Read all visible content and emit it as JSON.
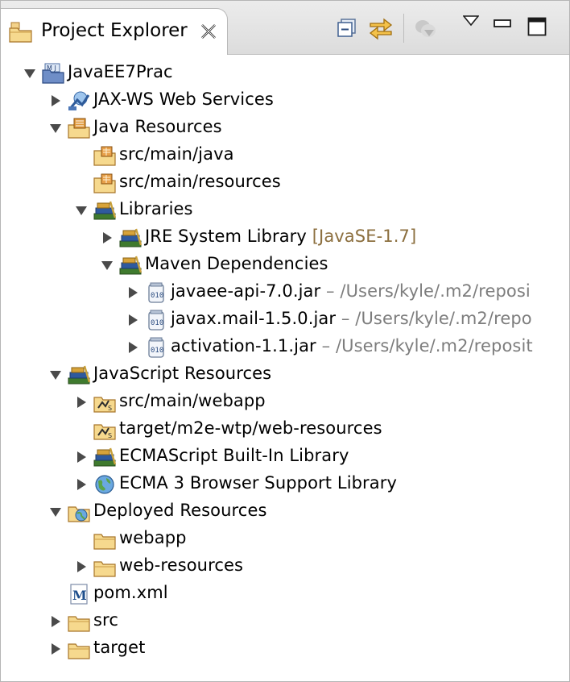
{
  "view": {
    "title": "Project Explorer",
    "toolbar": [
      "collapse-all-icon",
      "link-with-editor-icon",
      "disabled-action-icon",
      "view-menu-icon",
      "minimize-icon",
      "maximize-icon"
    ]
  },
  "tree": [
    {
      "label": "JavaEE7Prac",
      "icon": "project",
      "twisty": "open",
      "depth": 0
    },
    {
      "label": "JAX-WS Web Services",
      "icon": "webservice",
      "twisty": "closed",
      "depth": 1
    },
    {
      "label": "Java Resources",
      "icon": "javares",
      "twisty": "open",
      "depth": 1
    },
    {
      "label": "src/main/java",
      "icon": "srcfolder",
      "twisty": "none",
      "depth": 2
    },
    {
      "label": "src/main/resources",
      "icon": "srcfolder",
      "twisty": "none",
      "depth": 2
    },
    {
      "label": "Libraries",
      "icon": "library",
      "twisty": "open",
      "depth": 2
    },
    {
      "label": "JRE System Library",
      "decoration": " [JavaSE-1.7]",
      "icon": "library",
      "twisty": "closed",
      "depth": 3
    },
    {
      "label": "Maven Dependencies",
      "icon": "library",
      "twisty": "open",
      "depth": 3
    },
    {
      "label": "javaee-api-7.0.jar",
      "path": " – /Users/kyle/.m2/reposi",
      "icon": "jar",
      "twisty": "closed",
      "depth": 4
    },
    {
      "label": "javax.mail-1.5.0.jar",
      "path": " – /Users/kyle/.m2/repo",
      "icon": "jar",
      "twisty": "closed",
      "depth": 4
    },
    {
      "label": "activation-1.1.jar",
      "path": " – /Users/kyle/.m2/reposit",
      "icon": "jar",
      "twisty": "closed",
      "depth": 4
    },
    {
      "label": "JavaScript Resources",
      "icon": "library",
      "twisty": "open",
      "depth": 1
    },
    {
      "label": "src/main/webapp",
      "icon": "jsfolder",
      "twisty": "closed",
      "depth": 2
    },
    {
      "label": "target/m2e-wtp/web-resources",
      "icon": "jsfolder",
      "twisty": "none",
      "depth": 2
    },
    {
      "label": "ECMAScript Built-In Library",
      "icon": "library",
      "twisty": "closed",
      "depth": 2
    },
    {
      "label": "ECMA 3 Browser Support Library",
      "icon": "globe",
      "twisty": "closed",
      "depth": 2
    },
    {
      "label": "Deployed Resources",
      "icon": "deployed",
      "twisty": "open",
      "depth": 1
    },
    {
      "label": "webapp",
      "icon": "folder",
      "twisty": "none",
      "depth": 2
    },
    {
      "label": "web-resources",
      "icon": "folder",
      "twisty": "closed",
      "depth": 2
    },
    {
      "label": "pom.xml",
      "icon": "maven",
      "twisty": "none",
      "depth": 1
    },
    {
      "label": "src",
      "icon": "folder",
      "twisty": "closed",
      "depth": 1
    },
    {
      "label": "target",
      "icon": "folder",
      "twisty": "closed",
      "depth": 1
    }
  ]
}
